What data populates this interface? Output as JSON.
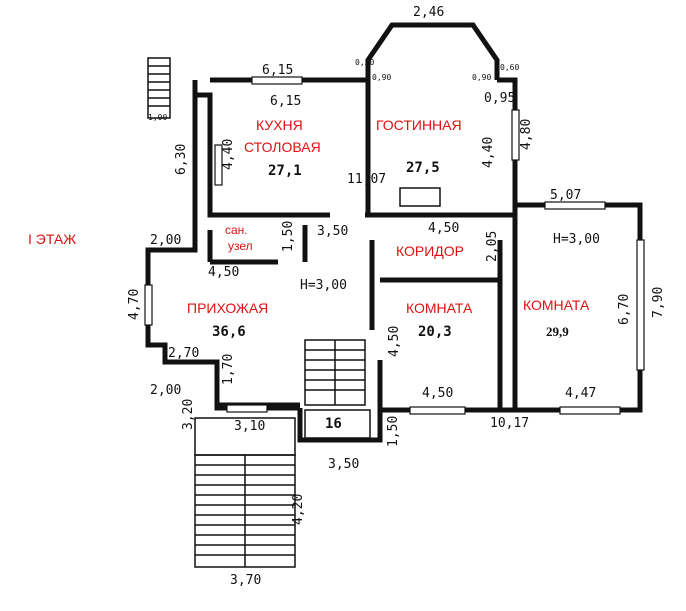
{
  "floor_label": "I ЭТАЖ",
  "height_label": "H=3,00",
  "rooms": {
    "kitchen": {
      "name1": "КУХНЯ",
      "name2": "СТОЛОВАЯ",
      "area": "27,1"
    },
    "living": {
      "name": "ГОСТИННАЯ",
      "area": "27,5"
    },
    "bath": {
      "name1": "сан.",
      "name2": "узел"
    },
    "corridor": {
      "name": "КОРИДОР"
    },
    "hall": {
      "name": "ПРИХОЖАЯ",
      "area": "36,6"
    },
    "room1": {
      "name": "КОМНАТА",
      "area": "20,3"
    },
    "room2": {
      "name": "КОМНАТА",
      "area": "29,9"
    },
    "stairs": {
      "area": "16"
    }
  },
  "dims": {
    "bay_top": "2,46",
    "bay_l1": "0,50",
    "bay_l2": "0,90",
    "bay_r1": "0,90",
    "bay_r2": "0,60",
    "bay_r3": "0,95",
    "top_615_a": "6,15",
    "top_615_b": "6,15",
    "stair_100": "1,00",
    "left_630": "6,30",
    "kitchen_440": "4,40",
    "living_440": "4,40",
    "right_480": "4,80",
    "d_1107": "11,07",
    "d_507": "5,07",
    "d_350_mid": "3,50",
    "d_150_bath": "1,50",
    "d_200_left": "2,00",
    "d_450_corr": "4,50",
    "d_205": "2,05",
    "d_450_hall": "4,50",
    "d_470": "4,70",
    "d_670": "6,70",
    "d_790": "7,90",
    "d_270": "2,70",
    "d_450_room": "4,50",
    "d_170": "1,70",
    "d_200_low": "2,00",
    "d_450_bottom": "4,50",
    "d_447": "4,47",
    "d_320": "3,20",
    "d_310": "3,10",
    "d_1017": "10,17",
    "d_150_low": "1,50",
    "d_350_low": "3,50",
    "d_420": "4,20",
    "d_370": "3,70"
  }
}
